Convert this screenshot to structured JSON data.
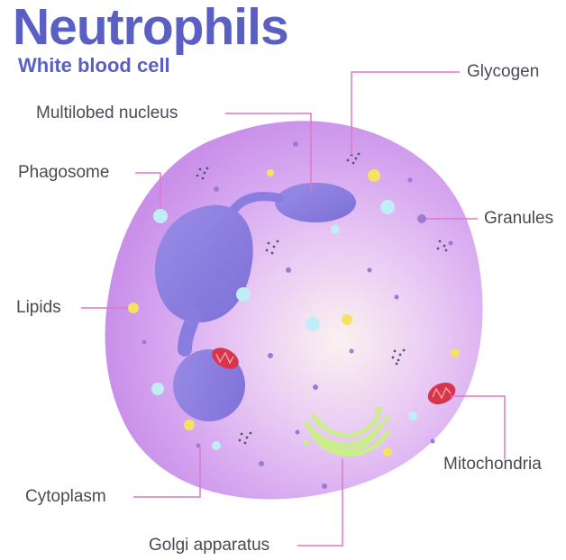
{
  "header": {
    "title": "Neutrophils",
    "subtitle": "White blood cell"
  },
  "labels": {
    "glycogen": "Glycogen",
    "multilobed_nucleus": "Multilobed nucleus",
    "phagosome": "Phagosome",
    "granules": "Granules",
    "lipids": "Lipids",
    "mitochondria": "Mitochondria",
    "cytoplasm": "Cytoplasm",
    "golgi_apparatus": "Golgi apparatus"
  },
  "colors": {
    "title": "#5a5fc4",
    "leader_line": "#e077c7",
    "cell_body": "#d9a9f2",
    "nucleus": "#8d7fe0",
    "mitochondria": "#d8344a",
    "golgi": "#c9ee8a",
    "lipid": "#f6e260",
    "phagosome": "#bfeef6",
    "granule": "#9b7bd6"
  }
}
